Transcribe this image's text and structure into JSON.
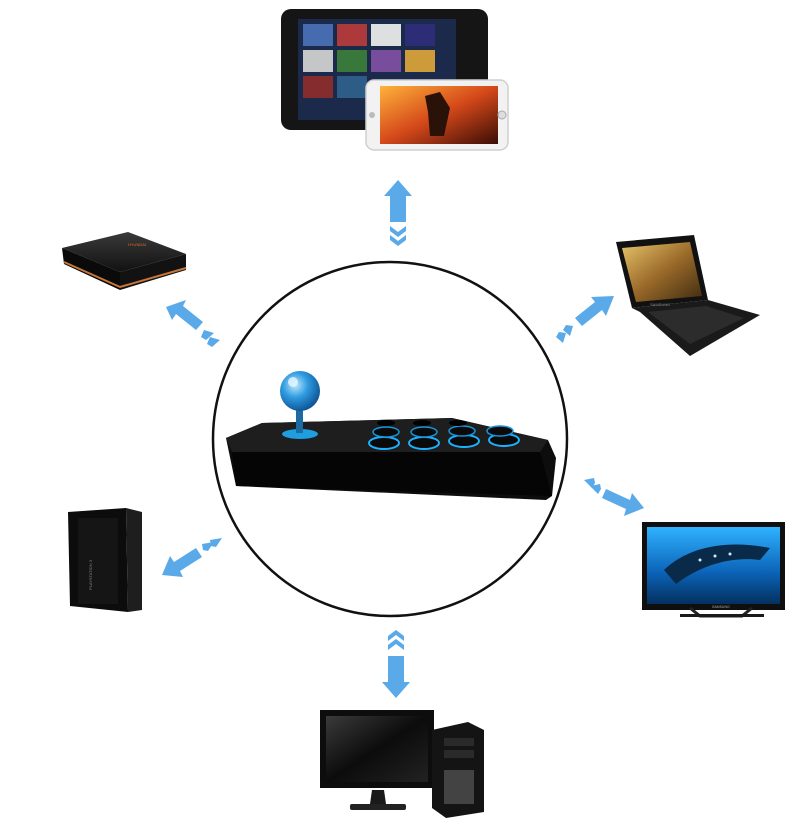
{
  "scene": {
    "subject": "arcade-joystick-controller",
    "devices": [
      {
        "id": "tablet-phone",
        "icon": "tablet-phone-icon"
      },
      {
        "id": "tv-box",
        "icon": "tv-box-icon"
      },
      {
        "id": "laptop",
        "icon": "laptop-icon"
      },
      {
        "id": "game-console",
        "icon": "game-console-icon"
      },
      {
        "id": "smart-tv",
        "icon": "smart-tv-icon"
      },
      {
        "id": "desktop-pc",
        "icon": "desktop-pc-icon"
      }
    ],
    "printed_text": {
      "console_brand": "PLAYSTATION 3",
      "tv_box_brand": "HYUNDAI",
      "laptop_brand": "SAMSUNG",
      "tv_brand": "SAMSUNG"
    }
  },
  "colors": {
    "background": "#ffffff",
    "arrow": "#5aa9e8",
    "device_body": "#141414",
    "accent_blue": "#1fb0ff",
    "ring": "#111111"
  }
}
